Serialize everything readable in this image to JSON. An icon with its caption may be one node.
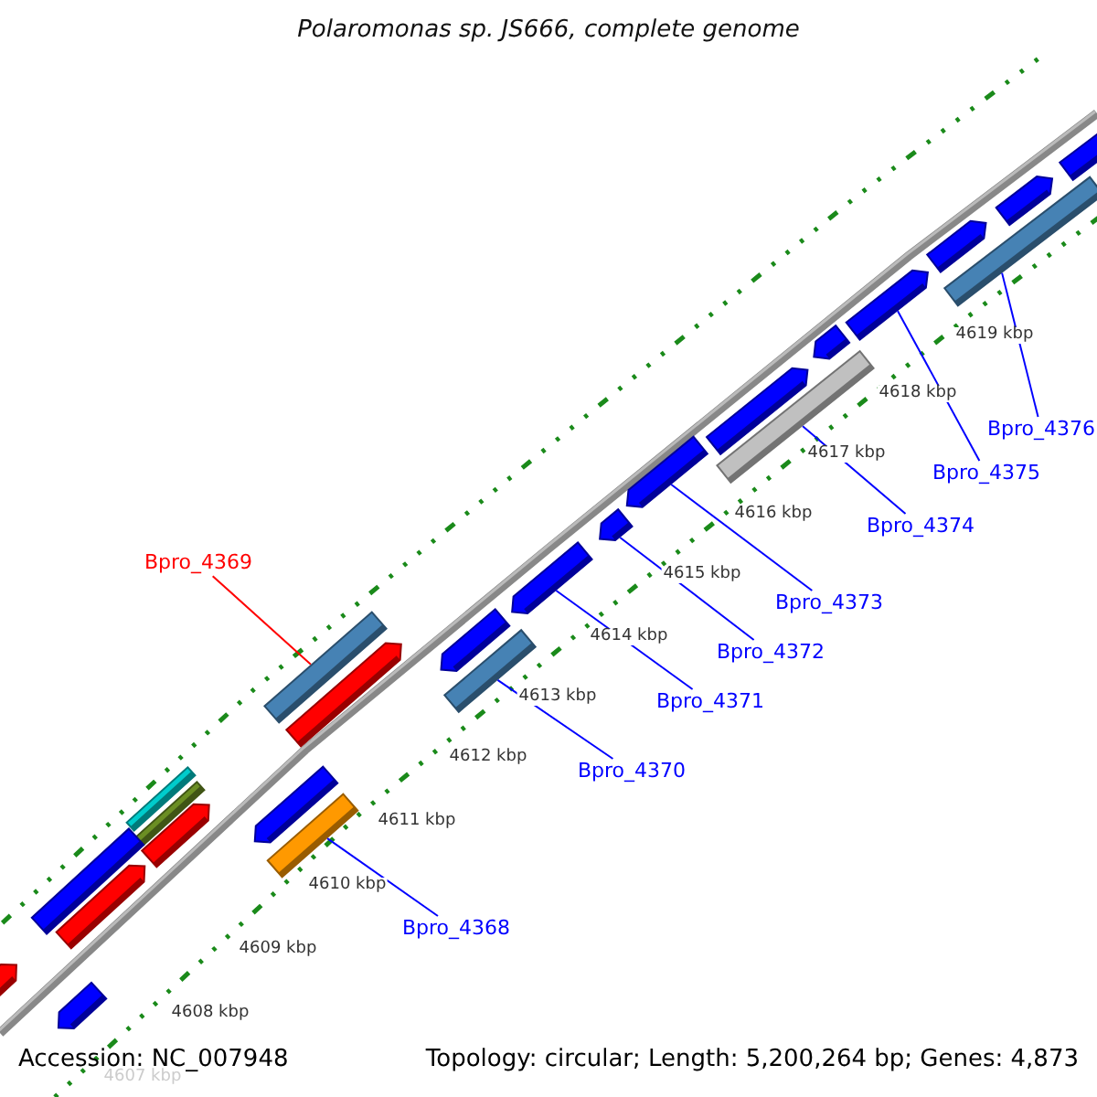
{
  "diagram": {
    "title": "Polaromonas sp. JS666, complete genome",
    "nodes": [
      {
        "text": [
          "Bpro_4376"
        ]
      },
      {
        "text": [
          "Bpro_4375"
        ]
      },
      {
        "text": [
          "Bpro_4374"
        ]
      },
      {
        "text": [
          "Bpro_4369"
        ]
      },
      {
        "text": [
          "Bpro_4373"
        ]
      },
      {
        "text": [
          "Bpro_4372"
        ]
      },
      {
        "text": [
          "Bpro_4371"
        ]
      },
      {
        "text": [
          "Bpro_4370"
        ]
      },
      {
        "text": [
          "Bpro_4368"
        ]
      },
      {
        "text": [],
        "shape": "pentagon"
      },
      {
        "text": [],
        "shape": "pentagon"
      },
      {
        "text": [],
        "shape": "bar"
      },
      {
        "text": [],
        "shape": "pentagon"
      },
      {
        "text": [],
        "shape": "pentagon"
      },
      {
        "text": [],
        "shape": "pentagon"
      },
      {
        "text": [],
        "shape": "pentagon"
      },
      {
        "text": [],
        "shape": "bar"
      },
      {
        "text": [],
        "shape": "pentagon"
      },
      {
        "text": [],
        "shape": "pentagon"
      },
      {
        "text": [],
        "shape": "pentagon"
      },
      {
        "text": [],
        "shape": "pentagon"
      },
      {
        "text": [],
        "shape": "bar"
      },
      {
        "text": [],
        "shape": "bar"
      },
      {
        "text": [],
        "shape": "pentagon"
      },
      {
        "text": [],
        "shape": "bar"
      },
      {
        "text": [],
        "shape": "pentagon"
      },
      {
        "text": [],
        "shape": "bar"
      },
      {
        "text": [],
        "shape": "bar"
      },
      {
        "text": [],
        "shape": "pentagon"
      },
      {
        "text": [],
        "shape": "bar"
      },
      {
        "text": [],
        "shape": "pentagon"
      },
      {
        "text": [],
        "shape": "pentagon"
      },
      {
        "text": [],
        "shape": "pentagon"
      }
    ],
    "edges": [
      {
        "from": 0,
        "to": 11,
        "arrow": "none"
      },
      {
        "from": 1,
        "to": 13,
        "arrow": "none"
      },
      {
        "from": 2,
        "to": 16,
        "arrow": "none"
      },
      {
        "from": 3,
        "to": 21,
        "arrow": "none",
        "color": "#ff0000"
      },
      {
        "from": 4,
        "to": 17,
        "arrow": "none"
      },
      {
        "from": 5,
        "to": 18,
        "arrow": "none"
      },
      {
        "from": 6,
        "to": 19,
        "arrow": "none"
      },
      {
        "from": 7,
        "to": 22,
        "arrow": "none"
      },
      {
        "from": 8,
        "to": 27,
        "arrow": "none"
      }
    ],
    "labels": [
      "4619 kbp",
      "4618 kbp",
      "4617 kbp",
      "4616 kbp",
      "4615 kbp",
      "4614 kbp",
      "4613 kbp",
      "4612 kbp",
      "4611 kbp",
      "4610 kbp",
      "4609 kbp",
      "4608 kbp",
      "Accession: NC_007948",
      "Topology: circular; Length: 5,200,264 bp; Genes: 4,873",
      "4607 kbp"
    ]
  }
}
